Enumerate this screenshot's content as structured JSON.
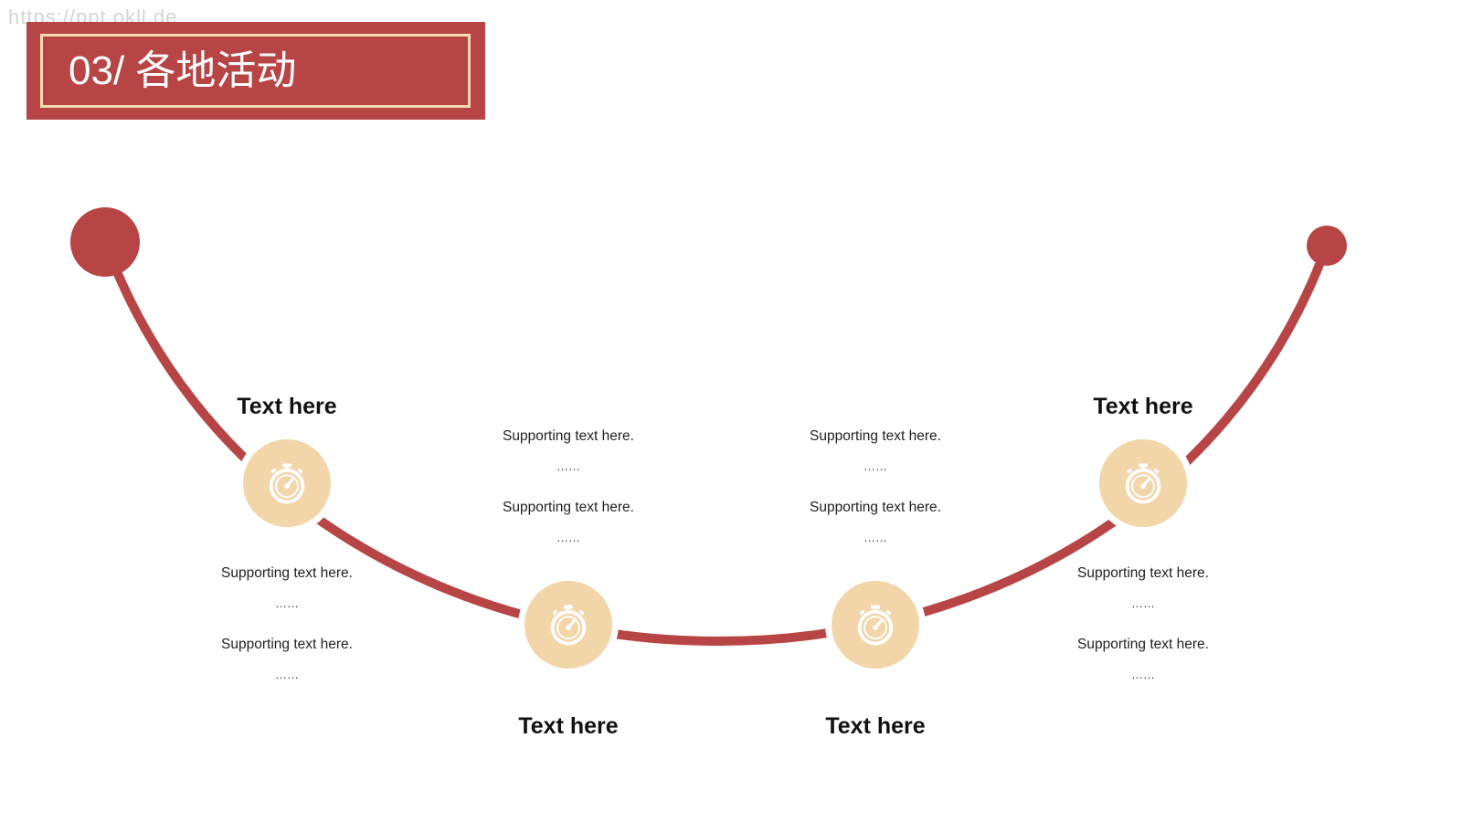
{
  "watermark": "https://ppt.okll.de",
  "title": "03/ 各地活动",
  "colors": {
    "accent_red": "#b84545",
    "frame_cream": "#f6dab2",
    "node_fill": "#f3d5aa",
    "icon": "#ffffff",
    "text": "#111111"
  },
  "steps": [
    {
      "heading": "Text here",
      "icon": "stopwatch-icon",
      "lines": [
        "Supporting text here.",
        "……",
        "Supporting text here.",
        "……"
      ]
    },
    {
      "heading": "Text here",
      "icon": "stopwatch-icon",
      "lines": [
        "Supporting text here.",
        "……",
        "Supporting text here.",
        "……"
      ]
    },
    {
      "heading": "Text here",
      "icon": "stopwatch-icon",
      "lines": [
        "Supporting text here.",
        "……",
        "Supporting text here.",
        "……"
      ]
    },
    {
      "heading": "Text here",
      "icon": "stopwatch-icon",
      "lines": [
        "Supporting text here.",
        "……",
        "Supporting text here.",
        "……"
      ]
    }
  ]
}
